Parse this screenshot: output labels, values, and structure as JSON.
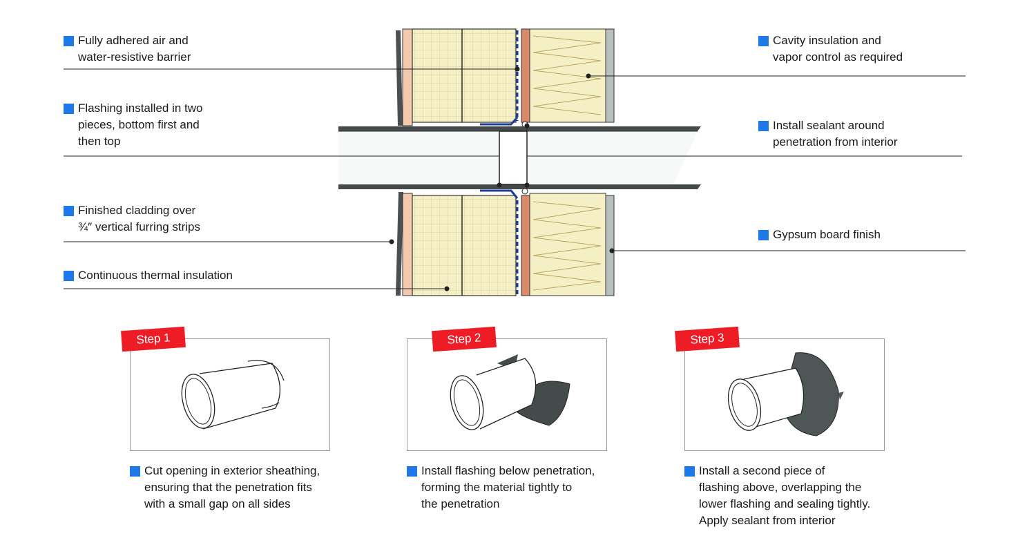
{
  "callouts_left": [
    {
      "id": "air-barrier",
      "text": "Fully adhered air and\nwater-resistive barrier"
    },
    {
      "id": "flashing",
      "text": "Flashing installed in two\npieces, bottom first and\nthen top"
    },
    {
      "id": "cladding",
      "text": "Finished cladding over\n¾″ vertical furring strips"
    },
    {
      "id": "thermal-insulation",
      "text": "Continuous thermal insulation"
    }
  ],
  "callouts_right": [
    {
      "id": "cavity-insulation",
      "text": "Cavity insulation and\nvapor control as required"
    },
    {
      "id": "sealant",
      "text": "Install sealant around\npenetration from interior"
    },
    {
      "id": "gypsum",
      "text": "Gypsum board finish"
    }
  ],
  "steps": [
    {
      "label": "Step 1",
      "text": "Cut opening in exterior sheathing,\nensuring that the penetration fits\nwith a small gap on all sides"
    },
    {
      "label": "Step 2",
      "text": "Install flashing below penetration,\nforming the material tightly to\nthe penetration"
    },
    {
      "label": "Step 3",
      "text": "Install a second piece of\nflashing above, overlapping the\nlower flashing and sealing tightly.\nApply sealant from interior"
    }
  ],
  "colors": {
    "marker_blue": "#1f78e8",
    "step_red": "#ee1c25",
    "insulation_yellow": "#f4efc4",
    "sheathing_orange": "#d98a68",
    "furring_peach": "#f2c9ad",
    "flashing_dark": "#454b4b",
    "barrier_blue": "#1b3f9a",
    "gypsum_gray": "#b9bfbf"
  }
}
